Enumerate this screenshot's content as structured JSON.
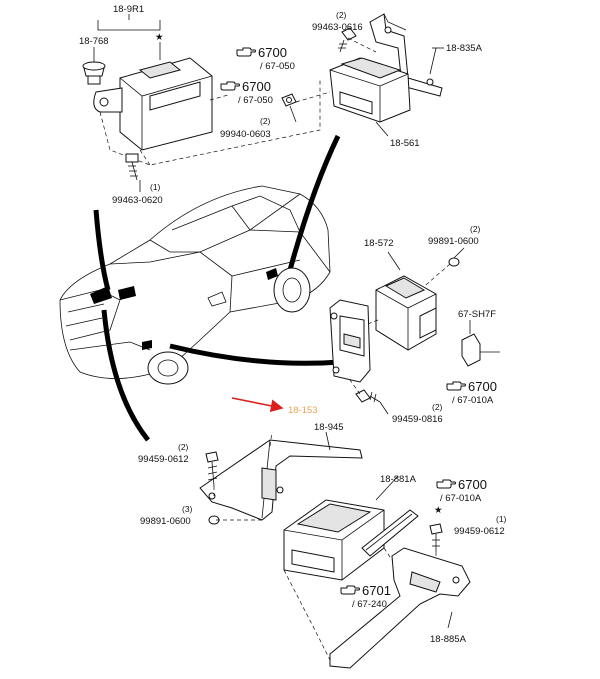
{
  "labels": {
    "l_189r1": "18-9R1",
    "l_18768": "18-768",
    "l_star1": "★",
    "l_q_99463_0616": "(2)",
    "l_99463_0616": "99463-0616",
    "l_18835a": "18-835A",
    "l_ref1_big": "6700",
    "l_ref1_sub": "/ 67-050",
    "l_ref2_big": "6700",
    "l_ref2_sub": "/ 67-050",
    "l_q_99940_0603": "(2)",
    "l_99940_0603": "99940-0603",
    "l_18561": "18-561",
    "l_q_99463_0620": "(1)",
    "l_99463_0620": "99463-0620",
    "l_q_99891_0600a": "(2)",
    "l_99891_0600a": "99891-0600",
    "l_18572": "18-572",
    "l_67sh7f": "67-SH7F",
    "l_ref3_big": "6700",
    "l_ref3_sub": "/ 67-010A",
    "l_18153": "18-153",
    "l_q_99459_0816": "(2)",
    "l_99459_0816": "99459-0816",
    "l_18945": "18-945",
    "l_q_99459_0612a": "(2)",
    "l_99459_0612a": "99459-0612",
    "l_18881a": "18-881A",
    "l_ref4_big": "6700",
    "l_ref4_sub": "/ 67-010A",
    "l_q_99891_0600b": "(3)",
    "l_99891_0600b": "99891-0600",
    "l_star2": "★",
    "l_q_99459_0612b": "(1)",
    "l_99459_0612b": "99459-0612",
    "l_ref5_big": "6701",
    "l_ref5_sub": "/ 67-240",
    "l_18885a": "18-885A"
  },
  "colors": {
    "line": "#111111",
    "highlight_label": "#e8a35a",
    "callout_arrow": "#d9201f",
    "background": "#ffffff"
  },
  "icons": {
    "reference_pointer": "pointing-hand-icon",
    "star": "star-icon"
  }
}
